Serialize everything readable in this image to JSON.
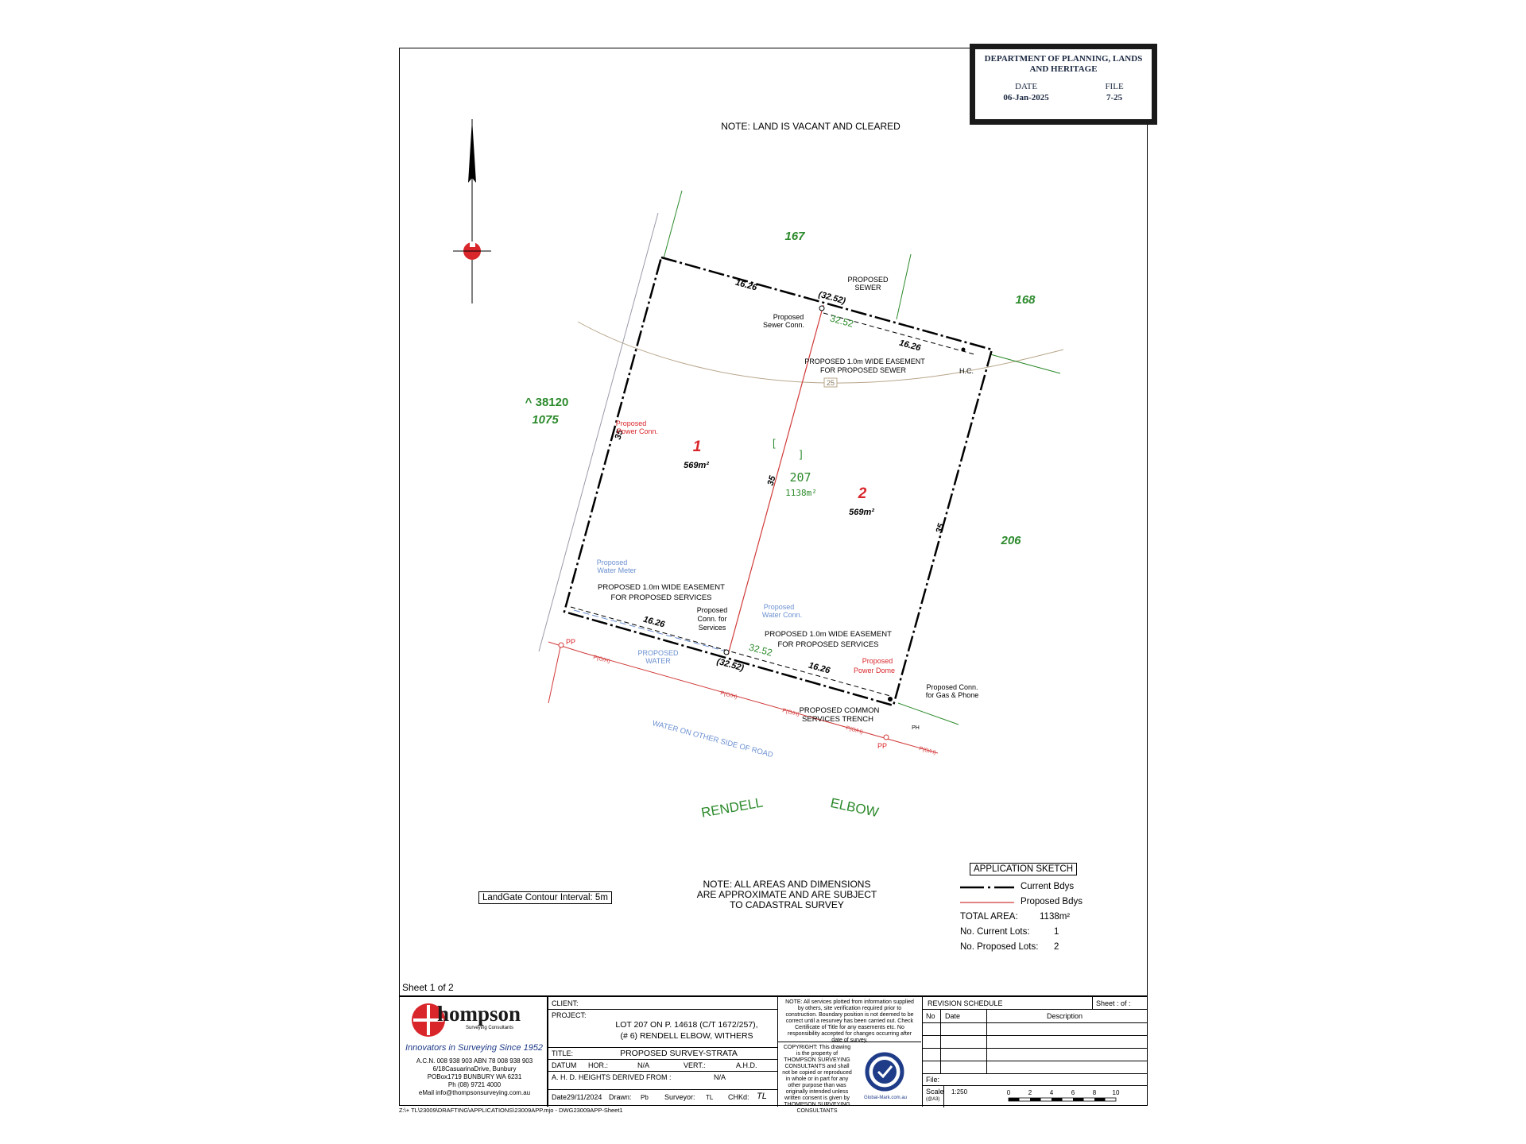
{
  "stamp": {
    "title": "DEPARTMENT OF PLANNING, LANDS AND HERITAGE",
    "date_label": "DATE",
    "date_value": "06-Jan-2025",
    "file_label": "FILE",
    "file_value": "7-25"
  },
  "notes": {
    "land": "NOTE: LAND IS VACANT AND CLEARED",
    "areas_line1": "NOTE: ALL AREAS AND DIMENSIONS",
    "areas_line2": "ARE APPROXIMATE AND ARE SUBJECT",
    "areas_line3": "TO CADASTRAL SURVEY",
    "contour": "LandGate Contour Interval: 5m"
  },
  "lots": {
    "lot1_number": "1",
    "lot1_area": "569m²",
    "lot2_number": "2",
    "lot2_area": "569m²",
    "parent_number": "207",
    "parent_area": "1138m²",
    "neighbour_167": "167",
    "neighbour_168": "168",
    "neighbour_206": "206",
    "neighbour_38120": "^ 38120",
    "neighbour_1075": "1075"
  },
  "dimensions": {
    "top_left": "16.26",
    "top_total": "(32.52)",
    "top_inner": "32.52",
    "top_right": "16.26",
    "left_side": "35",
    "middle": "35",
    "right_side": "35",
    "bottom_left": "16.26",
    "bottom_total": "(32.52)",
    "bottom_inner": "32.52",
    "bottom_right": "16.26",
    "contour_25": "25"
  },
  "labels": {
    "proposed_sewer": "PROPOSED",
    "proposed_sewer2": "SEWER",
    "sewer_conn1": "Proposed",
    "sewer_conn2": "Sewer Conn.",
    "easement_sewer1": "PROPOSED 1.0m WIDE EASEMENT",
    "easement_sewer2": "FOR PROPOSED SEWER",
    "hc": "H.C.",
    "power_conn1": "Proposed",
    "power_conn2": "Power Conn.",
    "water_meter1": "Proposed",
    "water_meter2": "Water Meter",
    "easement_services1": "PROPOSED 1.0m WIDE EASEMENT",
    "easement_services2": "FOR PROPOSED SERVICES",
    "conn_services1": "Proposed",
    "conn_services2": "Conn. for",
    "conn_services3": "Services",
    "water_conn1": "Proposed",
    "water_conn2": "Water Conn.",
    "easement_services3": "PROPOSED 1.0m WIDE EASEMENT",
    "easement_services4": "FOR PROPOSED SERVICES",
    "prop_water1": "PROPOSED",
    "prop_water2": "WATER",
    "power_dome1": "Proposed",
    "power_dome2": "Power Dome",
    "gas_phone1": "Proposed Conn.",
    "gas_phone2": "for Gas & Phone",
    "common_trench1": "PROPOSED COMMON",
    "common_trench2": "SERVICES TRENCH",
    "pp": "PP",
    "ph": "PH",
    "water_other": "WATER ON OTHER SIDE OF ROAD",
    "road1": "RENDELL",
    "road2": "ELBOW",
    "overhead": "P(O/H)"
  },
  "legend": {
    "title": "APPLICATION SKETCH",
    "current": "Current Bdys",
    "proposed": "Proposed Bdys",
    "total_area_label": "TOTAL AREA:",
    "total_area_value": "1138m²",
    "current_lots_label": "No. Current Lots:",
    "current_lots_value": "1",
    "proposed_lots_label": "No. Proposed Lots:",
    "proposed_lots_value": "2"
  },
  "titleblock": {
    "sheet": "Sheet 1 of 2",
    "company": "hompson",
    "company_sub": "Surveying Consultants",
    "tagline": "Innovators in Surveying Since 1952",
    "acn": "A.C.N. 008 938 903    ABN 78 008 938 903",
    "address1": "6/18CasuarinaDrive, Bunbury",
    "address2": "POBox1719 BUNBURY WA 6231",
    "phone": "Ph (08) 9721 4000",
    "email": "eMail  info@thompsonsurveying.com.au",
    "client_label": "CLIENT:",
    "project_label": "PROJECT:",
    "project_line1": "LOT 207 ON P. 14618 (C/T 1672/257),",
    "project_line2": "(# 6) RENDELL ELBOW, WITHERS",
    "title_label": "TITLE:",
    "title_value": "PROPOSED SURVEY-STRATA",
    "datum_label": "DATUM",
    "hor_label": "HOR.:",
    "hor_value": "N/A",
    "vert_label": "VERT.:",
    "vert_value": "A.H.D.",
    "ahd_label": "A. H. D.  HEIGHTS DERIVED FROM :",
    "ahd_value": "N/A",
    "date_label": "Date29/11/2024",
    "drawn_label": "Drawn:",
    "drawn_value": "Pb",
    "surveyor_label": "Surveyor:",
    "surveyor_value": "TL",
    "chkd_label": "CHKd:",
    "chkd_value": "TL",
    "services_note": "NOTE: All services plotted from information supplied by others, site verification required prior to construction. Boundary position is not deemed to be correct until a resurvey has been carried out. Check Certificate of Title for any easements etc. No responsibility accepted for changes occurring after date of survey.",
    "copyright_note": "COPYRIGHT: This drawing is the property of THOMPSON SURVEYING CONSULTANTS and shall not be copied or reproduced in whole or in part for any other purpose than was originally intended unless written consent is given by THOMPSON SURVEYING CONSULTANTS",
    "cert_text": "Global-Mark.com.au",
    "revision_label": "REVISION SCHEDULE",
    "sheet_of": "Sheet : of :",
    "no_label": "No",
    "rev_date_label": "Date",
    "description_label": "Description",
    "file_label": "File:",
    "scale_label": "Scale",
    "scale_value": "1:250",
    "scale_sub": "(@A3)",
    "scale_ticks": [
      "0",
      "2",
      "4",
      "6",
      "8",
      "10"
    ],
    "path": "Z:\\+ TL\\23009\\DRAFTING\\APPLICATIONS\\23009APP.mjo - DWG23009APP-Sheet1"
  },
  "colors": {
    "lot_red": "#d9262b",
    "green": "#2c8a2c",
    "blue_label": "#6a8fd0",
    "proposed_bdy": "#d13a3a",
    "stamp_navy": "#1a2740"
  }
}
